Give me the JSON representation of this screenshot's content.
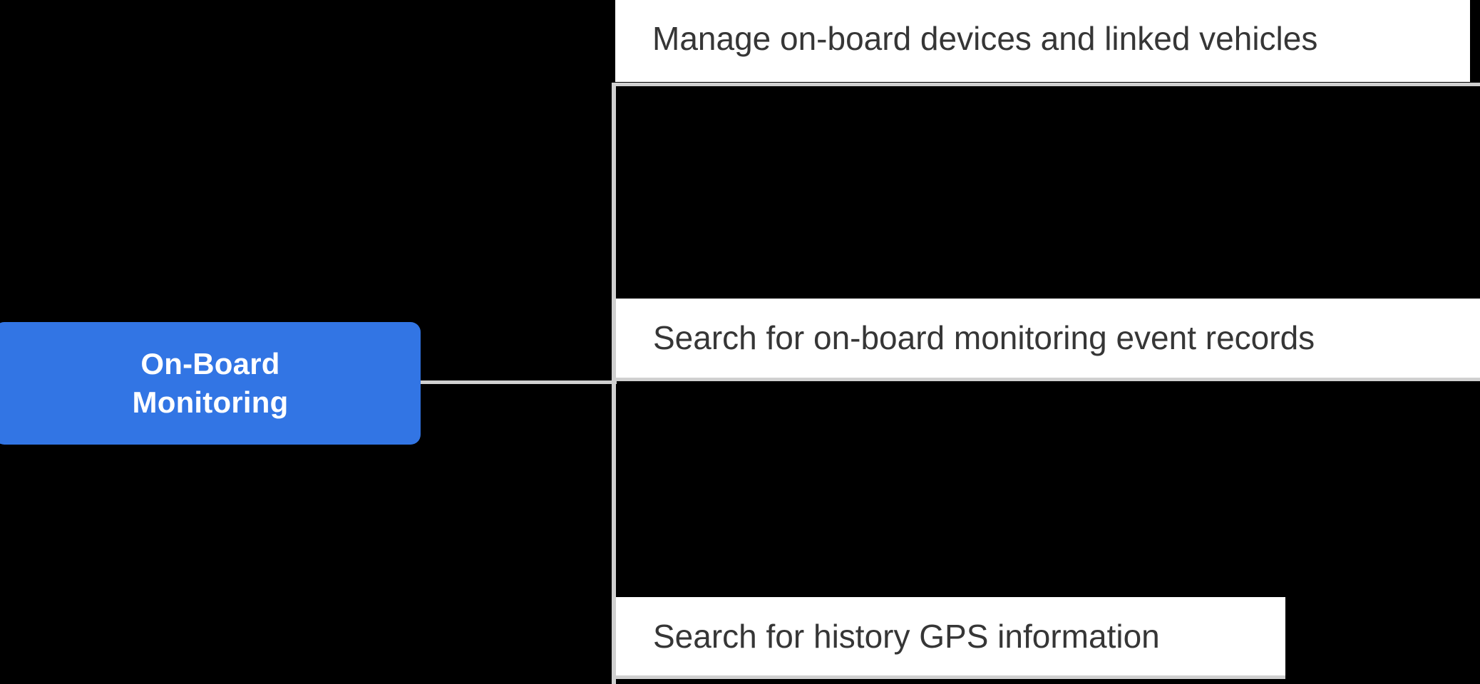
{
  "diagram": {
    "type": "mindmap",
    "background_color": "#000000",
    "root": {
      "label": "On-Board\nMonitoring",
      "fill_color": "#3275e4",
      "text_color": "#ffffff"
    },
    "connector_color": "#d0d0d0",
    "branches": [
      {
        "id": "manage-devices",
        "label": "Manage on-board devices and linked vehicles",
        "fill_color": "#ffffff",
        "text_color": "#363636"
      },
      {
        "id": "search-event-records",
        "label": "Search for on-board monitoring event records",
        "fill_color": "#ffffff",
        "text_color": "#363636"
      },
      {
        "id": "search-history-gps",
        "label": "Search for history GPS information",
        "fill_color": "#ffffff",
        "text_color": "#363636"
      }
    ]
  }
}
